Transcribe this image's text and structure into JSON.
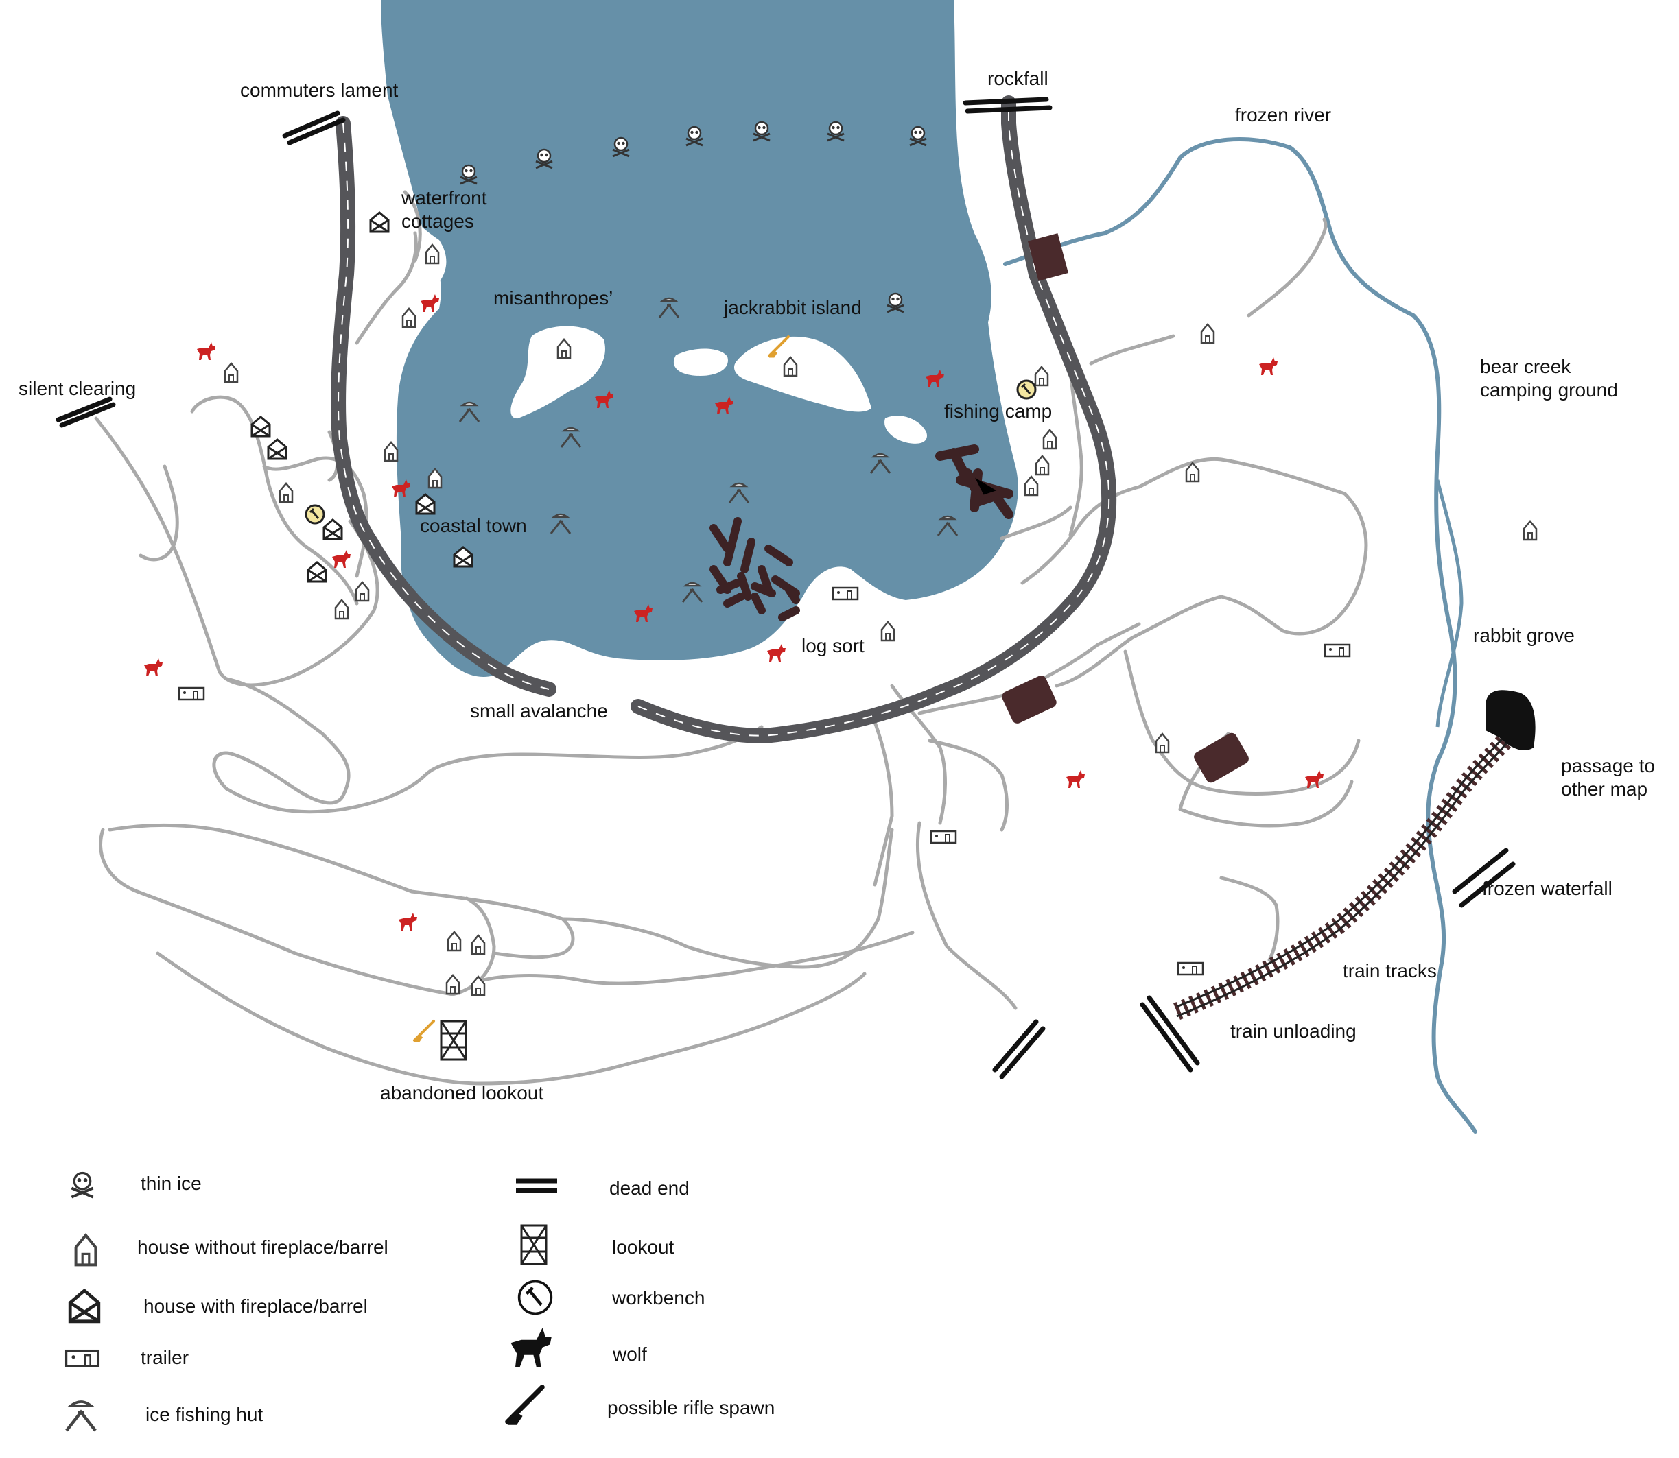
{
  "map": {
    "places": {
      "commuters_lament": "commuters lament",
      "rockfall": "rockfall",
      "frozen_river": "frozen river",
      "waterfront_cottages": "waterfront cottages",
      "misanthropes": "misanthropes’",
      "jackrabbit_island": "jackrabbit island",
      "silent_clearing": "silent clearing",
      "fishing_camp": "fishing camp",
      "bear_creek": "bear creek camping ground",
      "coastal_town": "coastal town",
      "log_sort": "log sort",
      "rabbit_grove": "rabbit grove",
      "small_avalanche": "small avalanche",
      "passage": "passage to other map",
      "frozen_waterfall": "frozen waterfall",
      "train_tracks": "train tracks",
      "train_unloading": "train unloading",
      "abandoned_lookout": "abandoned lookout"
    },
    "colors": {
      "lake": "#6690a8",
      "road": "#555559",
      "river": "#6a93ac",
      "trail": "#a9a9a9",
      "wolf": "#cc2222",
      "rifle": "#e0a030",
      "workbench": "#e8c020",
      "logs": "#3d2224"
    }
  },
  "legend": {
    "items": [
      {
        "icon": "thin-ice-skull-icon",
        "label": "thin ice"
      },
      {
        "icon": "house-icon",
        "label": "house without fireplace/barrel"
      },
      {
        "icon": "house-fireplace-icon",
        "label": "house with fireplace/barrel"
      },
      {
        "icon": "trailer-icon",
        "label": "trailer"
      },
      {
        "icon": "ice-fishing-hut-icon",
        "label": "ice fishing hut"
      },
      {
        "icon": "dead-end-icon",
        "label": "dead end"
      },
      {
        "icon": "lookout-icon",
        "label": "lookout"
      },
      {
        "icon": "workbench-icon",
        "label": "workbench"
      },
      {
        "icon": "wolf-icon",
        "label": "wolf"
      },
      {
        "icon": "rifle-icon",
        "label": "possible rifle spawn"
      }
    ]
  }
}
